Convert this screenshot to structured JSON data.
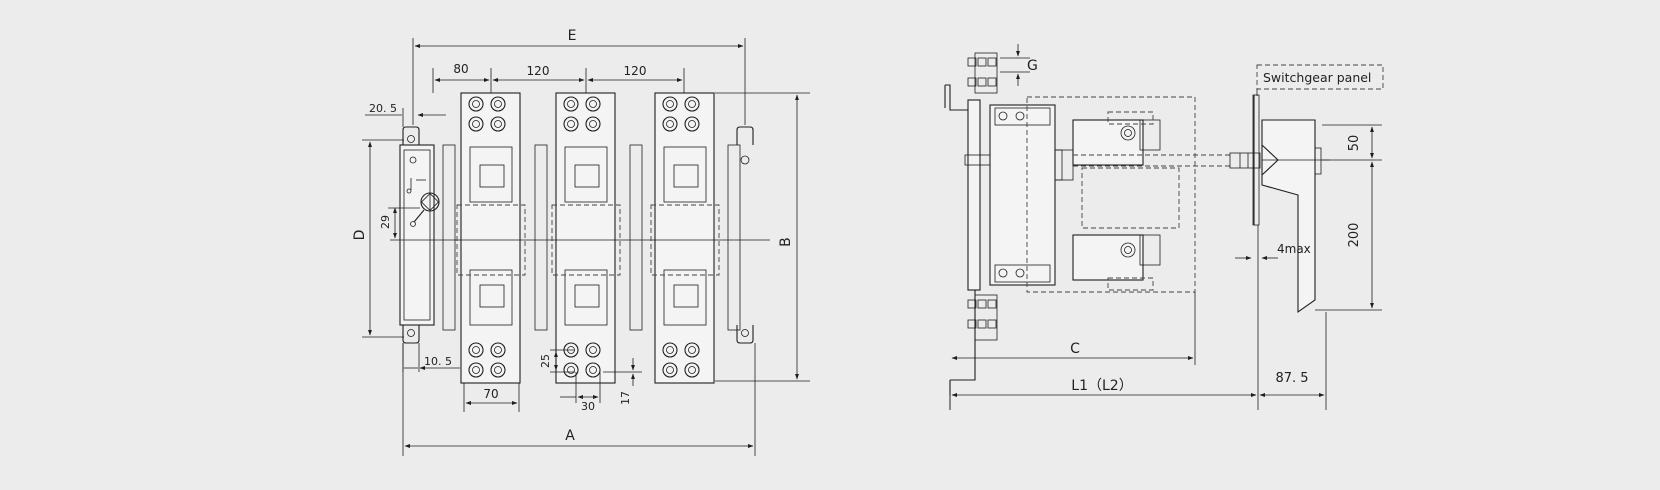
{
  "front_view": {
    "dim_E": "E",
    "dim_80": "80",
    "dim_120a": "120",
    "dim_120b": "120",
    "dim_20_5": "20. 5",
    "dim_D": "D",
    "dim_29": "29",
    "dim_B": "B",
    "dim_10_5": "10. 5",
    "dim_70": "70",
    "dim_25": "25",
    "dim_30": "30",
    "dim_17": "17",
    "dim_A": "A"
  },
  "side_view": {
    "dim_G": "G",
    "panel_label": "Switchgear panel",
    "dim_50": "50",
    "dim_200": "200",
    "dim_4max": "4max",
    "dim_C": "C",
    "dim_L1L2": "L1（L2）",
    "dim_87_5": "87. 5"
  }
}
